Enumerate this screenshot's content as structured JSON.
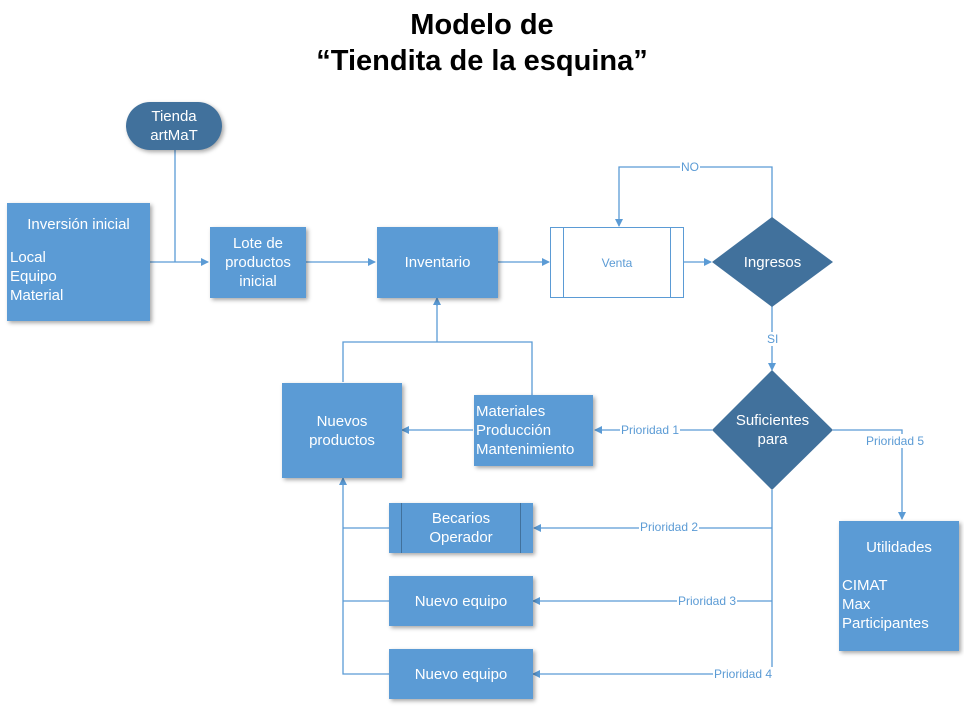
{
  "title": {
    "line1": "Modelo de",
    "line2": "“Tiendita de la esquina”"
  },
  "nodes": {
    "tienda": {
      "line1": "Tienda",
      "line2": "artMaT"
    },
    "inversion": {
      "title": "Inversión inicial",
      "items": [
        "Local",
        "Equipo",
        "Material"
      ]
    },
    "lote": {
      "line1": "Lote de",
      "line2": "productos",
      "line3": "inicial"
    },
    "inventario": "Inventario",
    "venta": "Venta",
    "ingresos": "Ingresos",
    "suficientes": {
      "line1": "Suficientes",
      "line2": "para"
    },
    "nuevos_productos": {
      "line1": "Nuevos",
      "line2": "productos"
    },
    "materiales": {
      "line1": "Materiales",
      "line2": "Producción",
      "line3": "Mantenimiento"
    },
    "becarios": {
      "line1": "Becarios",
      "line2": "Operador"
    },
    "nuevo_equipo_1": "Nuevo equipo",
    "nuevo_equipo_2": "Nuevo equipo",
    "utilidades": {
      "title": "Utilidades",
      "items": [
        "CIMAT",
        "Max",
        "Participantes"
      ]
    }
  },
  "edge_labels": {
    "no": "NO",
    "si": "SI",
    "p1": "Prioridad 1",
    "p2": "Prioridad 2",
    "p3": "Prioridad 3",
    "p4": "Prioridad 4",
    "p5": "Prioridad 5"
  },
  "colors": {
    "fill": "#5b9bd5",
    "dark_fill": "#41719c",
    "line": "#5b9bd5",
    "process_bg": "#ffffff"
  }
}
